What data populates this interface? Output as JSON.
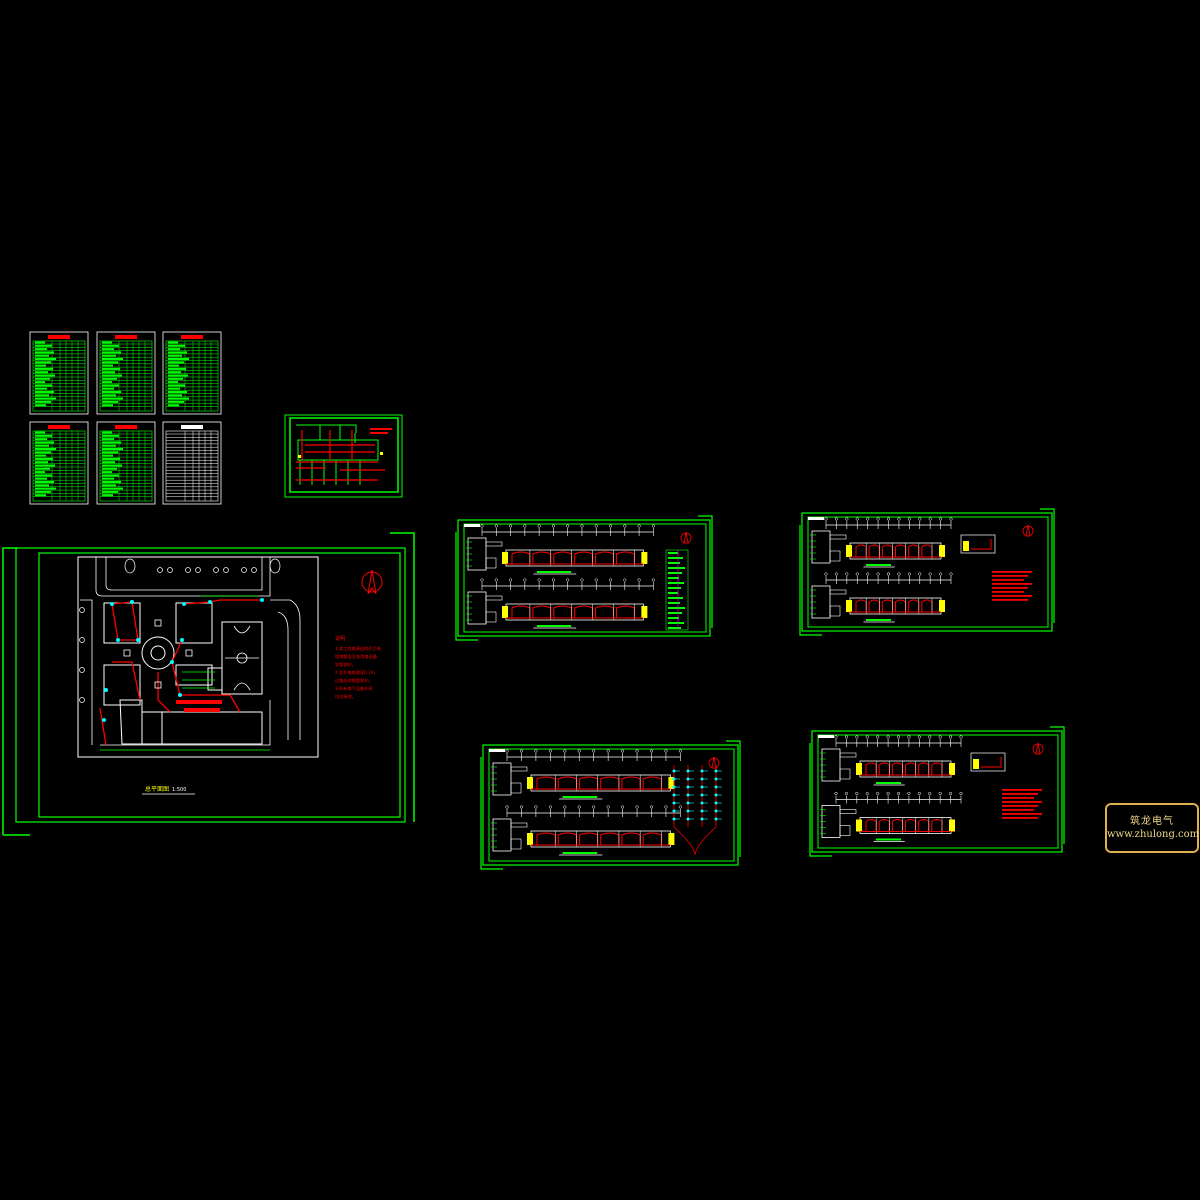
{
  "site_plan": {
    "title_text": "总平面图",
    "scale_text": "1:500",
    "notes_title": "说明",
    "note_lines": [
      "1.本工程电源由附近引来,",
      "埋地敷设至各用电设备,",
      "穿管保护。",
      "2.室外电缆埋深0.7m,",
      "过路处穿钢管保护。",
      "3.所有电气设备外壳",
      "均应接地。"
    ]
  },
  "watermark": {
    "brand": "筑龙电气",
    "url": "www.zhulong.com"
  },
  "colors": {
    "frame": "#00ff00",
    "red": "#ff0000",
    "yellow": "#ffff00",
    "white": "#ffffff",
    "cyan": "#00ffff",
    "magenta": "#ff00ff",
    "watermark_border": "#e0b050"
  }
}
